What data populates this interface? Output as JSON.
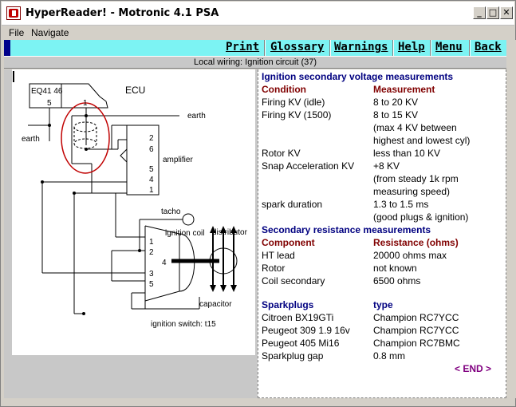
{
  "window": {
    "title": "HyperReader! - Motronic 4.1 PSA",
    "minimize": "_",
    "maximize": "□",
    "close": "✕"
  },
  "menu": {
    "file": "File",
    "navigate": "Navigate"
  },
  "toolbar": {
    "print": "Print",
    "glossary": "Glossary",
    "warnings": "Warnings",
    "help": "Help",
    "menu": "Menu",
    "back": "Back"
  },
  "caption": "Local wiring: Ignition circuit (37)",
  "diagram": {
    "ecu_code": "EQ41 46",
    "ecu_label": "ECU",
    "pin5": "5",
    "pin1": "1",
    "earth_top": "earth",
    "earth_left": "earth",
    "amp_pins": [
      "2",
      "6",
      "5",
      "4",
      "1"
    ],
    "amplifier": "amplifier",
    "tacho": "tacho",
    "ignition_coil": "ignition coil",
    "distributor": "distributor",
    "coil_pins": [
      "1",
      "2",
      "4",
      "3",
      "5"
    ],
    "capacitor": "capacitor",
    "ignition_switch": "ignition switch: t15"
  },
  "content": {
    "section1_title": "Ignition secondary voltage measurements",
    "col_condition": "Condition",
    "col_measurement": "Measurement",
    "rows1": [
      {
        "label": "Firing KV (idle)",
        "value": "8 to 20 KV"
      },
      {
        "label": "Firing KV (1500)",
        "value": "8 to 15 KV"
      },
      {
        "label": "",
        "value": "(max 4 KV between"
      },
      {
        "label": "",
        "value": "highest and lowest cyl)"
      },
      {
        "label": "Rotor KV",
        "value": "less than 10 KV"
      },
      {
        "label": "Snap Acceleration KV",
        "value": "+8 KV"
      },
      {
        "label": "",
        "value": "(from steady 1k rpm"
      },
      {
        "label": "",
        "value": "measuring speed)"
      },
      {
        "label": "spark duration",
        "value": "1.3 to 1.5 ms"
      },
      {
        "label": "",
        "value": "(good plugs & ignition)"
      }
    ],
    "section2_title": "Secondary resistance measurements",
    "col_component": "Component",
    "col_resistance": "Resistance (ohms)",
    "rows2": [
      {
        "label": "HT lead",
        "value": "20000 ohms max"
      },
      {
        "label": "Rotor",
        "value": "not known"
      },
      {
        "label": "Coil secondary",
        "value": "6500 ohms"
      }
    ],
    "col_sparkplugs": "Sparkplugs",
    "col_type": "type",
    "rows3": [
      {
        "label": "Citroen BX19GTi",
        "value": "Champion RC7YCC"
      },
      {
        "label": "Peugeot 309 1.9 16v",
        "value": "Champion RC7YCC"
      },
      {
        "label": "Peugeot 405 Mi16",
        "value": "Champion RC7BMC"
      },
      {
        "label": "Sparkplug gap",
        "value": "0.8 mm"
      }
    ],
    "end_link": "< END >"
  }
}
